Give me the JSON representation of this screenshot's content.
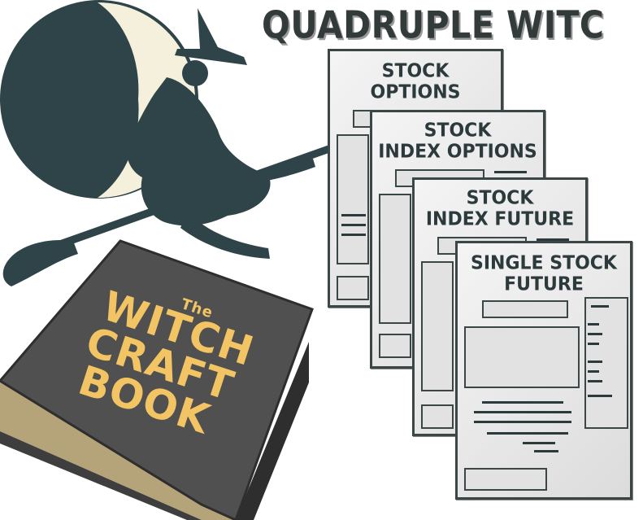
{
  "header": {
    "title": "QUADRUPLE WITC"
  },
  "documents": [
    {
      "title_line1": "STOCK",
      "title_line2": "OPTIONS"
    },
    {
      "title_line1": "STOCK",
      "title_line2": "INDEX OPTIONS"
    },
    {
      "title_line1": "STOCK",
      "title_line2": "INDEX FUTURE"
    },
    {
      "title_line1": "SINGLE STOCK",
      "title_line2": "FUTURE"
    }
  ],
  "book": {
    "small": "The",
    "line1": "WITCH",
    "line2": "CRAFT",
    "line3": "BOOK"
  },
  "colors": {
    "silhouette": "#2e4449",
    "moon": "#f5f0dc",
    "book_cover": "#505050",
    "book_pages": "#b5a37a",
    "book_text": "#f2c464",
    "doc_border": "#3b4747"
  },
  "icons": [
    "moon-icon",
    "witch-on-broom-icon",
    "book-icon"
  ]
}
